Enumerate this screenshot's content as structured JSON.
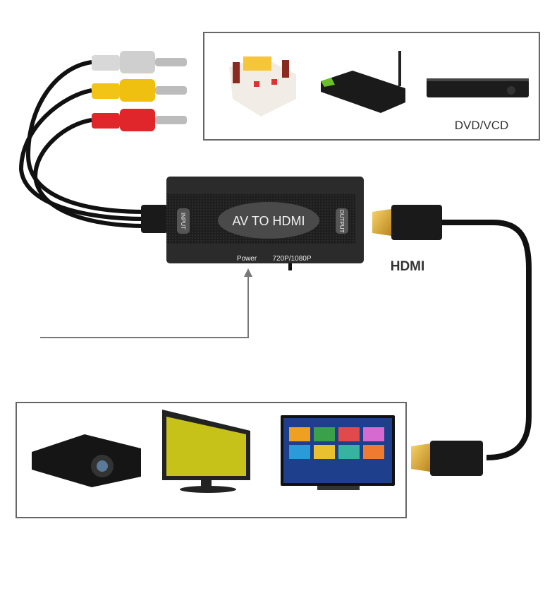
{
  "converter": {
    "title": "AV TO HDMI",
    "input_label": "INPUT",
    "output_label": "OUTPUT",
    "power_label": "Power",
    "resolution_label": "720P/1080P"
  },
  "cable": {
    "hdmi_label": "HDMI"
  },
  "sources": {
    "items": [
      {
        "name": "video-game-console"
      },
      {
        "name": "set-top-box"
      },
      {
        "name": "dvd-player",
        "label": "DVD/VCD"
      }
    ]
  },
  "displays": {
    "items": [
      {
        "name": "projector"
      },
      {
        "name": "monitor"
      },
      {
        "name": "television"
      }
    ]
  },
  "colors": {
    "rca_white": "#d8d8d8",
    "rca_yellow": "#f2c417",
    "rca_red": "#e0262a",
    "hdmi_gold": "#e9b530",
    "body": "#2b2b2b"
  }
}
